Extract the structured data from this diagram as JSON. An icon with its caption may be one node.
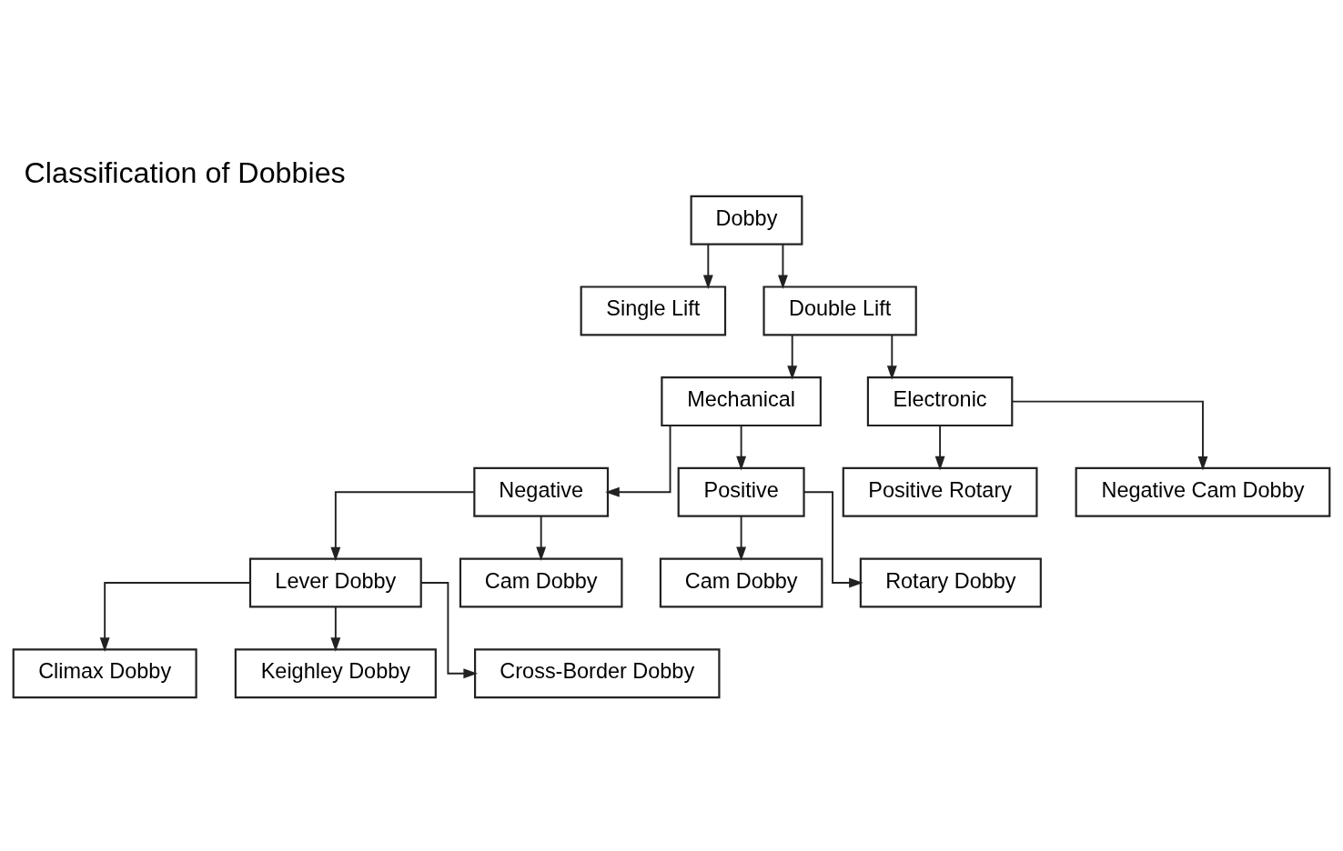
{
  "diagram": {
    "title": "Classification of Dobbies",
    "nodes": [
      {
        "text": [
          "Dobby"
        ]
      },
      {
        "text": [
          "Single Lift"
        ]
      },
      {
        "text": [
          "Double Lift"
        ]
      },
      {
        "text": [
          "Mechanical"
        ]
      },
      {
        "text": [
          "Electronic"
        ]
      },
      {
        "text": [
          "Negative"
        ]
      },
      {
        "text": [
          "Positive"
        ]
      },
      {
        "text": [
          "Positive Rotary"
        ]
      },
      {
        "text": [
          "Negative Cam Dobby"
        ]
      },
      {
        "text": [
          "Lever Dobby"
        ]
      },
      {
        "text": [
          "Cam Dobby"
        ]
      },
      {
        "text": [
          "Cam Dobby"
        ]
      },
      {
        "text": [
          "Rotary Dobby"
        ]
      },
      {
        "text": [
          "Climax Dobby"
        ]
      },
      {
        "text": [
          "Keighley Dobby"
        ]
      },
      {
        "text": [
          "Cross-Border Dobby"
        ]
      }
    ],
    "edges": [
      {
        "from": 0,
        "to": 1,
        "arrow": "to"
      },
      {
        "from": 0,
        "to": 2,
        "arrow": "to"
      },
      {
        "from": 2,
        "to": 3,
        "arrow": "to"
      },
      {
        "from": 2,
        "to": 4,
        "arrow": "to"
      },
      {
        "from": 3,
        "to": 5,
        "arrow": "to"
      },
      {
        "from": 3,
        "to": 6,
        "arrow": "to"
      },
      {
        "from": 4,
        "to": 7,
        "arrow": "to"
      },
      {
        "from": 4,
        "to": 8,
        "arrow": "to"
      },
      {
        "from": 5,
        "to": 9,
        "arrow": "to"
      },
      {
        "from": 5,
        "to": 10,
        "arrow": "to"
      },
      {
        "from": 6,
        "to": 11,
        "arrow": "to"
      },
      {
        "from": 6,
        "to": 12,
        "arrow": "to"
      },
      {
        "from": 9,
        "to": 13,
        "arrow": "to"
      },
      {
        "from": 9,
        "to": 14,
        "arrow": "to"
      },
      {
        "from": 9,
        "to": 15,
        "arrow": "to"
      }
    ]
  }
}
